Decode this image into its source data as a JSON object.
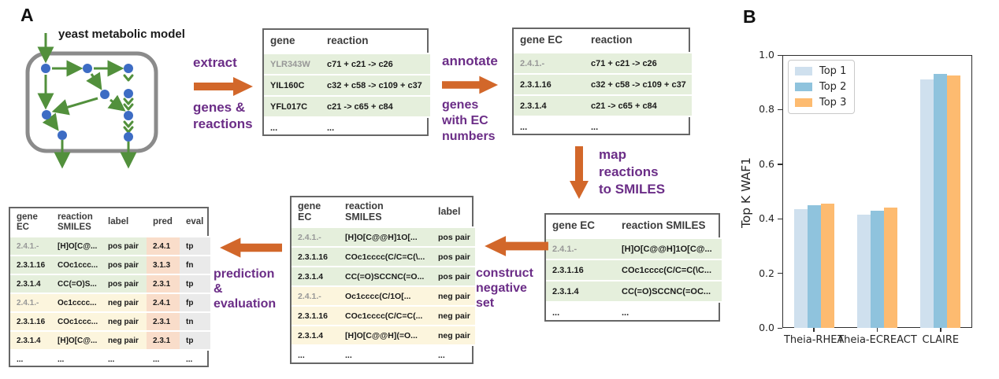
{
  "colors": {
    "purple": "#6b2d87",
    "orange": "#d2672a",
    "greenrow": "#e5efdc",
    "creamrow": "#fcf5dd",
    "salmoncol": "#f9ddca",
    "graycol": "#eaeaea",
    "node_blue": "#3d6cc4",
    "arrow_green": "#52903c",
    "bar_top1": "#cfe0ee",
    "bar_top2": "#8fc3dd",
    "bar_top3": "#fdbb70"
  },
  "panel_a": {
    "label": "A",
    "model_title": "yeast metabolic model",
    "steps": {
      "extract": {
        "title": "extract",
        "lines": [
          "genes &",
          "reactions"
        ]
      },
      "annotate": {
        "title": "annotate",
        "lines": [
          "genes",
          "with EC",
          "numbers"
        ]
      },
      "map": {
        "lines": [
          "map",
          "reactions",
          "to SMILES"
        ]
      },
      "construct": {
        "lines": [
          "construct",
          "negative",
          "set"
        ]
      },
      "predict": {
        "lines": [
          "prediction",
          "&",
          "evaluation"
        ]
      }
    },
    "tables": {
      "t1": {
        "headers": [
          "gene",
          "reaction"
        ],
        "rows": [
          {
            "tone": "pos",
            "muted": true,
            "cells": [
              "YLR343W",
              "c71 + c21 -> c26"
            ]
          },
          {
            "tone": "pos",
            "cells": [
              "YIL160C",
              "c32 + c58 -> c109 + c37"
            ]
          },
          {
            "tone": "pos",
            "cells": [
              "YFL017C",
              "c21 -> c65 + c84"
            ]
          },
          {
            "tone": "dots",
            "cells": [
              "...",
              "..."
            ]
          }
        ]
      },
      "t2": {
        "headers": [
          "gene EC",
          "reaction"
        ],
        "rows": [
          {
            "tone": "pos",
            "muted": true,
            "cells": [
              "2.4.1.-",
              "c71 + c21 -> c26"
            ]
          },
          {
            "tone": "pos",
            "cells": [
              "2.3.1.16",
              "c32 + c58 -> c109 + c37"
            ]
          },
          {
            "tone": "pos",
            "cells": [
              "2.3.1.4",
              "c21 -> c65 + c84"
            ]
          },
          {
            "tone": "dots",
            "cells": [
              "...",
              "..."
            ]
          }
        ]
      },
      "t3": {
        "headers": [
          "gene EC",
          "reaction SMILES"
        ],
        "rows": [
          {
            "tone": "pos",
            "muted": true,
            "cells": [
              "2.4.1.-",
              "[H]O[C@@H]1O[C@..."
            ]
          },
          {
            "tone": "pos",
            "cells": [
              "2.3.1.16",
              "COc1cccc(C/C=C(\\C..."
            ]
          },
          {
            "tone": "pos",
            "cells": [
              "2.3.1.4",
              "CC(=O)SCCNC(=OC..."
            ]
          },
          {
            "tone": "dots",
            "cells": [
              "...",
              "..."
            ]
          }
        ]
      },
      "t4": {
        "headers": [
          "gene\nEC",
          "reaction\nSMILES",
          "label"
        ],
        "rows": [
          {
            "tone": "pos",
            "muted": true,
            "cells": [
              "2.4.1.-",
              "[H]O[C@@H]1O[...",
              "pos pair"
            ]
          },
          {
            "tone": "pos",
            "cells": [
              "2.3.1.16",
              "COc1cccc(C/C=C(\\...",
              "pos pair"
            ]
          },
          {
            "tone": "pos",
            "cells": [
              "2.3.1.4",
              "CC(=O)SCCNC(=O...",
              "pos pair"
            ]
          },
          {
            "tone": "neg",
            "muted": true,
            "cells": [
              "2.4.1.-",
              "Oc1cccc(C/1O[...",
              "neg pair"
            ]
          },
          {
            "tone": "neg",
            "cells": [
              "2.3.1.16",
              "COc1cccc(C/C=C(...",
              "neg pair"
            ]
          },
          {
            "tone": "neg",
            "cells": [
              "2.3.1.4",
              "[H]O[C@@H](=O...",
              "neg pair"
            ]
          },
          {
            "tone": "dots",
            "cells": [
              "...",
              "...",
              "..."
            ]
          }
        ]
      },
      "t5": {
        "headers": [
          "gene\nEC",
          "reaction\nSMILES",
          "label",
          "pred",
          "eval"
        ],
        "rows": [
          {
            "tone": "pos",
            "muted": true,
            "cells": [
              "2.4.1.-",
              "[H]O[C@...",
              "pos pair",
              "2.4.1",
              "tp"
            ]
          },
          {
            "tone": "pos",
            "cells": [
              "2.3.1.16",
              "COc1ccc...",
              "pos pair",
              "3.1.3",
              "fn"
            ]
          },
          {
            "tone": "pos",
            "cells": [
              "2.3.1.4",
              "CC(=O)S...",
              "pos pair",
              "2.3.1",
              "tp"
            ]
          },
          {
            "tone": "neg",
            "muted": true,
            "cells": [
              "2.4.1.-",
              "Oc1cccc...",
              "neg pair",
              "2.4.1",
              "fp"
            ]
          },
          {
            "tone": "neg",
            "cells": [
              "2.3.1.16",
              "COc1ccc...",
              "neg pair",
              "2.3.1",
              "tn"
            ]
          },
          {
            "tone": "neg",
            "cells": [
              "2.3.1.4",
              "[H]O[C@...",
              "neg pair",
              "2.3.1",
              "tp"
            ]
          },
          {
            "tone": "dots",
            "cells": [
              "...",
              "...",
              "...",
              "...",
              "..."
            ]
          }
        ]
      }
    }
  },
  "panel_b": {
    "label": "B"
  },
  "chart_data": {
    "type": "bar",
    "title": "",
    "categories": [
      "Theia-RHEA",
      "Theia-ECREACT",
      "CLAIRE"
    ],
    "series": [
      {
        "name": "Top 1",
        "values": [
          0.435,
          0.415,
          0.91
        ],
        "color": "#cfe0ee"
      },
      {
        "name": "Top 2",
        "values": [
          0.45,
          0.43,
          0.93
        ],
        "color": "#8fc3dd"
      },
      {
        "name": "Top 3",
        "values": [
          0.455,
          0.44,
          0.925
        ],
        "color": "#fdbb70"
      }
    ],
    "xlabel": "",
    "ylabel": "Top K WAF1",
    "ylim": [
      0,
      1
    ],
    "yticks": [
      0.0,
      0.2,
      0.4,
      0.6,
      0.8,
      1.0
    ],
    "grid": false,
    "legend_position": "upper left"
  }
}
